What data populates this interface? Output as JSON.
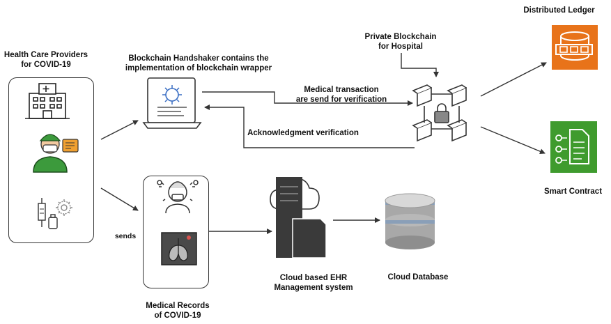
{
  "providers": {
    "title_line1": "Health Care Providers",
    "title_line2": "for COVID-19"
  },
  "handshaker": {
    "line1": "Blockchain Handshaker contains the",
    "line2": "implementation of blockchain wrapper"
  },
  "private_blockchain": {
    "line1": "Private Blockchain",
    "line2": "for Hospital"
  },
  "distributed_ledger": {
    "label": "Distributed Ledger"
  },
  "smart_contract": {
    "label": "Smart Contract"
  },
  "transaction": {
    "line1": "Medical transaction",
    "line2": "are send for verification"
  },
  "acknowledgment": {
    "label": "Acknowledgment verification"
  },
  "sends": {
    "label": "sends"
  },
  "medical_records": {
    "line1": "Medical Records",
    "line2": "of  COVID-19"
  },
  "ehr": {
    "line1": "Cloud based EHR",
    "line2": "Management system"
  },
  "cloud_db": {
    "label": "Cloud Database"
  },
  "colors": {
    "ledger": "#e8731a",
    "contract": "#3f9b2e",
    "icon_blue": "#3b6fc4",
    "dark": "#333333"
  },
  "icons": [
    "hospital-icon",
    "doctor-icon",
    "vaccine-virus-icon",
    "laptop-virus-icon",
    "blockchain-cubes-icon",
    "ledger-icon",
    "smart-contract-icon",
    "patient-mask-icon",
    "lung-xray-icon",
    "cloud-server-icon",
    "database-icon"
  ]
}
